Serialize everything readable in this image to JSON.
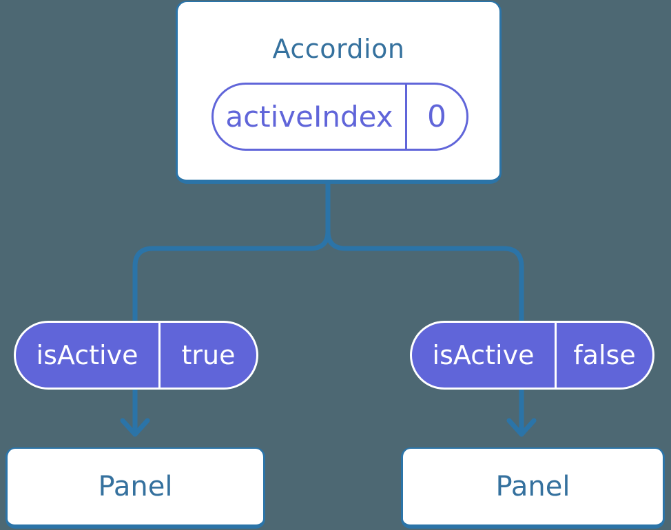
{
  "colors": {
    "background": "#4D6873",
    "connector": "#2B74A8",
    "card_text": "#35719E",
    "card_bg": "#FFFFFF",
    "purple": "#6065D9",
    "pill_text": "#FFFFFF"
  },
  "accordion_card": {
    "title": "Accordion",
    "state_pill": {
      "label": "activeIndex",
      "value": "0"
    }
  },
  "panels": [
    {
      "prop_pill": {
        "label": "isActive",
        "value": "true"
      },
      "label": "Panel"
    },
    {
      "prop_pill": {
        "label": "isActive",
        "value": "false"
      },
      "label": "Panel"
    }
  ]
}
